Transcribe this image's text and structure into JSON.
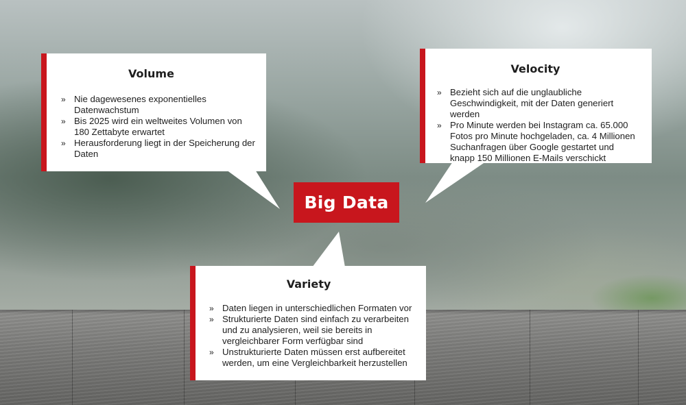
{
  "center": {
    "title": "Big Data"
  },
  "colors": {
    "accent": "#c8161d",
    "box_background": "#ffffff",
    "text": "#1e1e1e"
  },
  "bullet_marker": "»",
  "boxes": {
    "volume": {
      "title": "Volume",
      "items": [
        "Nie dagewesenes exponentielles Datenwachstum",
        "Bis 2025 wird ein weltweites Volumen von 180 Zettabyte erwartet",
        "Herausforderung liegt in der Speicherung der Daten"
      ]
    },
    "velocity": {
      "title": "Velocity",
      "items": [
        "Bezieht sich auf die unglaubliche Geschwindigkeit, mit der Daten generiert werden",
        "Pro Minute werden bei Instagram ca. 65.000 Fotos pro Minute hochgeladen, ca. 4 Millionen Suchanfragen über Google gestartet und knapp 150 Millionen E-Mails verschickt"
      ]
    },
    "variety": {
      "title": "Variety",
      "items": [
        "Daten liegen in unterschiedlichen Formaten vor",
        "Strukturierte Daten sind einfach zu verarbeiten und zu analysieren, weil sie bereits in vergleichbarer Form verfügbar sind",
        "Unstrukturierte Daten müssen erst aufbereitet werden, um eine Vergleichbarkeit herzustellen"
      ]
    }
  }
}
